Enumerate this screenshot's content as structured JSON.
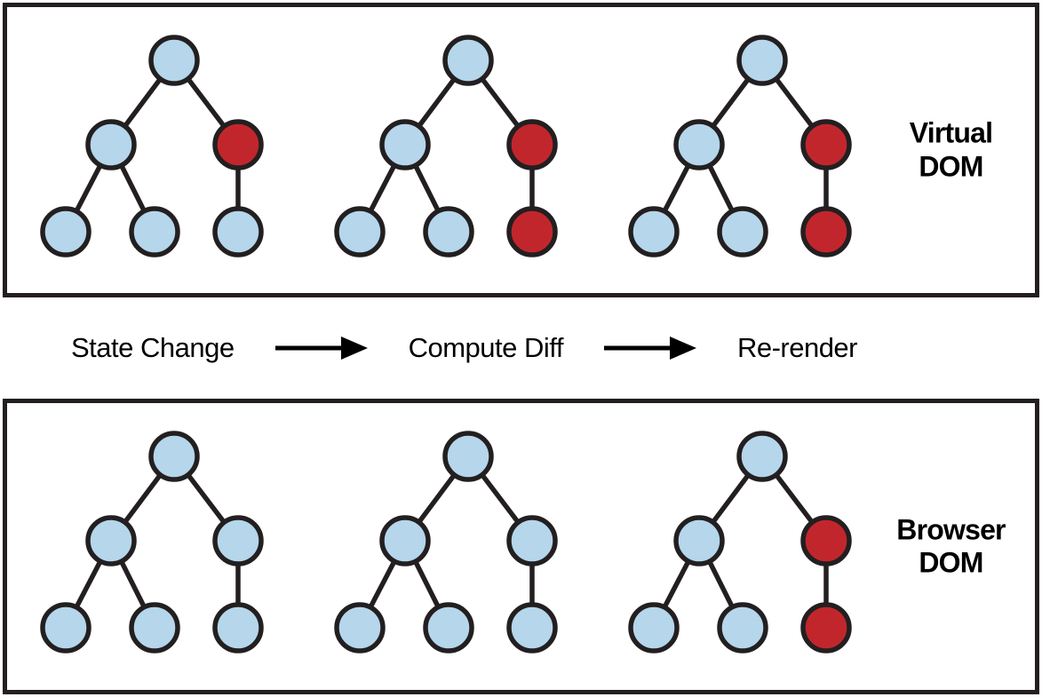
{
  "colors": {
    "node_blue": "#B5D6EB",
    "node_red": "#C2262D",
    "outline": "#231F20"
  },
  "virtual_dom": {
    "label_line1": "Virtual",
    "label_line2": "DOM",
    "trees": [
      {
        "nodes": [
          "blue",
          "blue",
          "red",
          "blue",
          "blue",
          "blue"
        ]
      },
      {
        "nodes": [
          "blue",
          "blue",
          "red",
          "blue",
          "blue",
          "red"
        ]
      },
      {
        "nodes": [
          "blue",
          "blue",
          "red",
          "blue",
          "blue",
          "red"
        ]
      }
    ]
  },
  "browser_dom": {
    "label_line1": "Browser",
    "label_line2": "DOM",
    "trees": [
      {
        "nodes": [
          "blue",
          "blue",
          "blue",
          "blue",
          "blue",
          "blue"
        ]
      },
      {
        "nodes": [
          "blue",
          "blue",
          "blue",
          "blue",
          "blue",
          "blue"
        ]
      },
      {
        "nodes": [
          "blue",
          "blue",
          "red",
          "blue",
          "blue",
          "red"
        ]
      }
    ]
  },
  "flow": {
    "step1": "State Change",
    "step2": "Compute Diff",
    "step3": "Re-render"
  },
  "node_order": [
    "root",
    "left",
    "right",
    "left_left",
    "left_right",
    "right_child"
  ],
  "edges": [
    [
      "root",
      "left"
    ],
    [
      "root",
      "right"
    ],
    [
      "left",
      "left_left"
    ],
    [
      "left",
      "left_right"
    ],
    [
      "right",
      "right_child"
    ]
  ]
}
